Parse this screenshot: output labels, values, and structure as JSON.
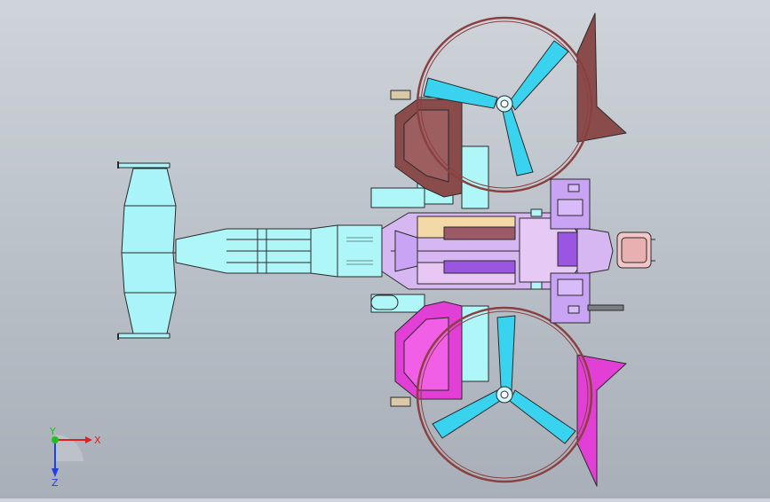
{
  "viewport": {
    "background_top": "#cfd4da",
    "background_bottom": "#a9afb8"
  },
  "triad": {
    "x_label": "X",
    "y_label": "Y",
    "z_label": "Z",
    "x_color": "#e02020",
    "y_color": "#20c020",
    "z_color": "#2040e0"
  },
  "model": {
    "colors": {
      "tail": "#a8f4f8",
      "boom": "#aef6f8",
      "upper_rotor_body": "#8a4b4b",
      "lower_rotor_body": "#e23fd6",
      "blade": "#39d3ef",
      "duct_ring": "#8b4040",
      "lower_duct_fin": "#e23fd6",
      "upper_duct_fin": "#8a4b4b",
      "cabin": "#d7b7f2",
      "engine_purple": "#9a56e0",
      "engine_brown": "#9a5a66",
      "pod_lavender": "#c9a4f5",
      "nose": "#f2c6c6",
      "outline": "#2a2a2a"
    }
  }
}
